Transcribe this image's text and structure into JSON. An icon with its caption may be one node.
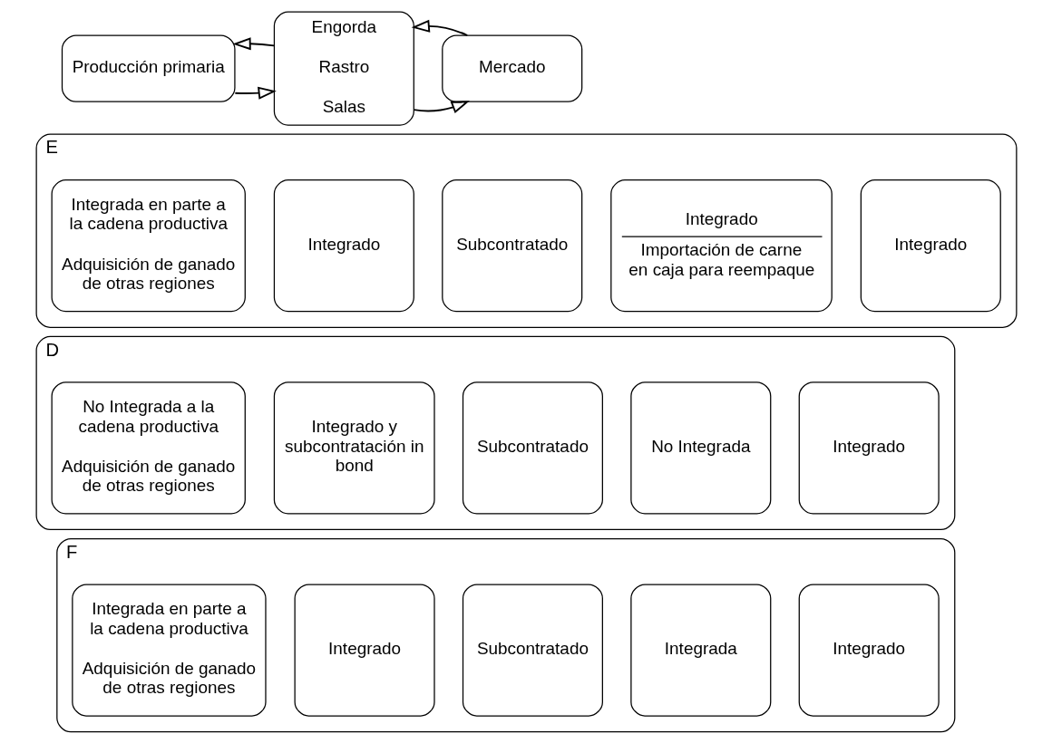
{
  "diagram": {
    "nodes": [
      {
        "text": [
          "Producción primaria"
        ]
      },
      {
        "text": [
          "Engorda",
          "Rastro",
          "Salas"
        ]
      },
      {
        "text": [
          "Mercado"
        ]
      },
      {
        "text": [
          "E"
        ]
      },
      {
        "text": [
          "Integrada en parte a la cadena productiva",
          "Adquisición de ganado de otras regiones"
        ],
        "in": 3
      },
      {
        "text": [
          "Integrado"
        ],
        "in": 3
      },
      {
        "text": [
          "Subcontratado"
        ],
        "in": 3
      },
      {
        "text": [
          "Integrado",
          "Importación de carne en caja para reempaque"
        ],
        "in": 3
      },
      {
        "text": [
          "Integrado"
        ],
        "in": 3
      },
      {
        "text": [
          "D"
        ]
      },
      {
        "text": [
          "No Integrada a la cadena productiva",
          "Adquisición de ganado de otras regiones"
        ],
        "in": 9
      },
      {
        "text": [
          "Integrado y subcontratación in bond"
        ],
        "in": 9
      },
      {
        "text": [
          "Subcontratado"
        ],
        "in": 9
      },
      {
        "text": [
          "No Integrada"
        ],
        "in": 9
      },
      {
        "text": [
          "Integrado"
        ],
        "in": 9
      },
      {
        "text": [
          "F"
        ]
      },
      {
        "text": [
          "Integrada en parte a la cadena productiva",
          "Adquisición de ganado de otras regiones"
        ],
        "in": 15
      },
      {
        "text": [
          "Integrado"
        ],
        "in": 15
      },
      {
        "text": [
          "Subcontratado"
        ],
        "in": 15
      },
      {
        "text": [
          "Integrada"
        ],
        "in": 15
      },
      {
        "text": [
          "Integrado"
        ],
        "in": 15
      }
    ],
    "edges": [
      {
        "from": 0,
        "to": 1,
        "arrow": "to"
      },
      {
        "from": 1,
        "to": 0,
        "arrow": "to"
      },
      {
        "from": 1,
        "to": 2,
        "arrow": "to"
      },
      {
        "from": 2,
        "to": 1,
        "arrow": "to"
      }
    ]
  }
}
